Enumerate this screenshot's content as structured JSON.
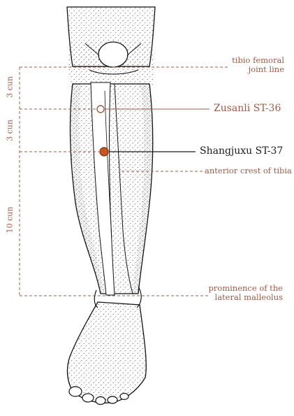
{
  "labels": {
    "tibio_femoral": [
      "tibio femoral",
      "joint line"
    ],
    "zusanli": "Zusanli ST-36",
    "shangjuxu": "Shangjuxu ST-37",
    "anterior_crest": "anterior crest of tibia",
    "malleolus": [
      "prominence of the",
      "lateral malleolus"
    ]
  },
  "measurements": {
    "segment_1": "3 cun",
    "segment_2": "3 cun",
    "segment_3": "10 cun"
  },
  "colors": {
    "accent": "#9b5b48",
    "point_fill": "#c8541f",
    "ink": "#1a1a1a"
  }
}
